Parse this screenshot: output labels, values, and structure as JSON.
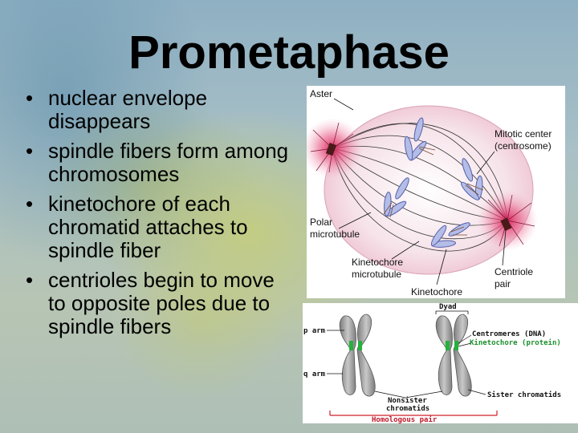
{
  "slide": {
    "title": "Prometaphase",
    "bullets": [
      "nuclear envelope disappears",
      "spindle fibers form among chromosomes",
      "kinetochore of each chromatid attaches to spindle fiber",
      "centrioles begin to move to opposite poles due to spindle fibers"
    ]
  },
  "spindle_diagram": {
    "labels": {
      "aster": "Aster",
      "mitotic_center_1": "Mitotic center",
      "mitotic_center_2": "(centrosome)",
      "polar_1": "Polar",
      "polar_2": "microtubule",
      "kinetochore_mt_1": "Kinetochore",
      "kinetochore_mt_2": "microtubule",
      "kinetochore": "Kinetochore",
      "centriole_1": "Centriole",
      "centriole_2": "pair"
    },
    "colors": {
      "aster": "#e23a6a",
      "chromosome": "#8f9ad6",
      "fiber": "#333333"
    }
  },
  "chromosome_diagram": {
    "labels": {
      "dyad": "Dyad",
      "p_arm": "p arm",
      "q_arm": "q arm",
      "centromeres": "Centromeres (DNA)",
      "kinetochore_protein": "Kinetochore (protein)",
      "nonsister_1": "Nonsister",
      "nonsister_2": "chromatids",
      "sister": "Sister chromatids",
      "homologous": "Homologous pair"
    },
    "colors": {
      "chromosome": "#a6a6a6",
      "kinetochore": "#22b33a",
      "bracket": "#d0202a"
    }
  }
}
